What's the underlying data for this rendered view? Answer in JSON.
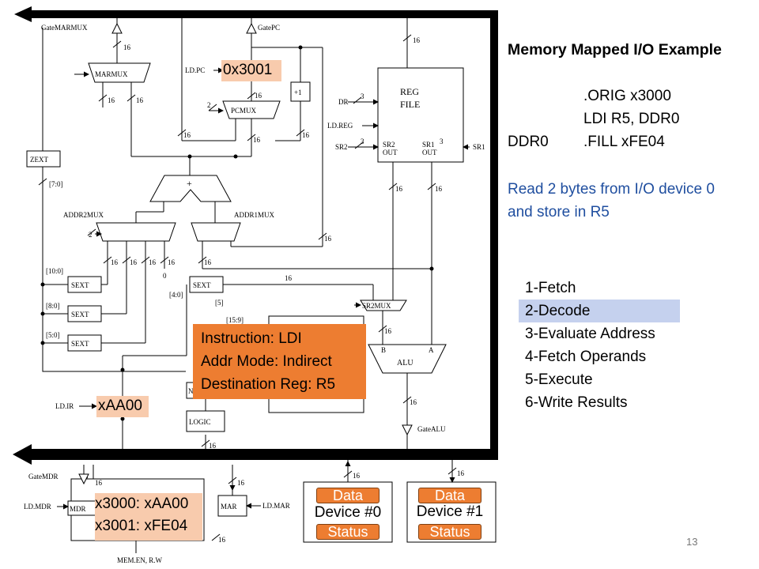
{
  "title": "Memory Mapped I/O Example",
  "code": [
    {
      "label": "",
      "line": ".ORIG x3000"
    },
    {
      "label": "",
      "line": "LDI   R5, DDR0"
    },
    {
      "label": "DDR0",
      "line": ".FILL xFE04"
    }
  ],
  "description": [
    "Read 2 bytes from I/O device 0",
    "and store in R5"
  ],
  "steps": [
    "1-Fetch",
    "2-Decode",
    "3-Evaluate Address",
    "4-Fetch Operands",
    "5-Execute",
    "6-Write Results"
  ],
  "current_step": "2-Decode",
  "overlays": {
    "pc_value": "0x3001",
    "ir_value": "xAA00",
    "memory_contents": [
      "x3000: xAA00",
      "x3001: xFE04"
    ],
    "instruction_info": [
      "Instruction: LDI",
      "Addr Mode: Indirect",
      "Destination Reg: R5"
    ]
  },
  "devices": [
    {
      "name": "Device #0",
      "data": "Data",
      "status": "Status"
    },
    {
      "name": "Device #1",
      "data": "Data",
      "status": "Status"
    }
  ],
  "page_number": "13",
  "datapath_labels": {
    "gate_marmux": "GateMARMUX",
    "gate_pc": "GatePC",
    "marmux": "MARMUX",
    "ld_pc": "LD.PC",
    "pcmux": "PCMUX",
    "plus_one": "+1",
    "reg_file": [
      "REG",
      "FILE"
    ],
    "dr": "DR",
    "ld_reg": "LD.REG",
    "sr2": "SR2",
    "sr1": "SR1",
    "sr2_out": [
      "SR2",
      "OUT"
    ],
    "sr1_out": [
      "SR1",
      "OUT"
    ],
    "zext": "ZEXT",
    "adder_plus": "+",
    "addr2mux": "ADDR2MUX",
    "addr1mux": "ADDR1MUX",
    "sext": "SEXT",
    "zero": "0",
    "sr2mux": "SR2MUX",
    "alu": "ALU",
    "alu_a": "A",
    "alu_b": "B",
    "ld_ir": "LD.IR",
    "logic": "LOGIC",
    "n_partial": "N",
    "gate_alu": "GateALU",
    "gate_mdr": "GateMDR",
    "ld_mdr": "LD.MDR",
    "mdr": "MDR",
    "mar": "MAR",
    "ld_mar": "LD.MAR",
    "mem_en": "MEM.EN, R.W",
    "bit_7_0": "[7:0]",
    "bit_10_0": "[10:0]",
    "bit_8_0": "[8:0]",
    "bit_5_0": "[5:0]",
    "bit_4_0": "[4:0]",
    "bit_5": "[5]",
    "bit_15_9": "[15:9]",
    "w16": "16",
    "w3": "3",
    "w2": "2"
  }
}
